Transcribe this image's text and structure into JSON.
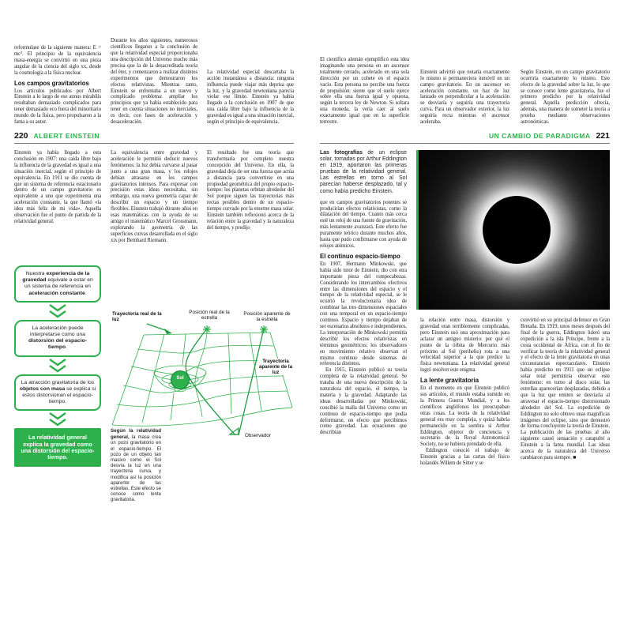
{
  "colors": {
    "accent_green": "#2eb14c",
    "text": "#1b1b1b",
    "photo_bg": "#050505"
  },
  "prev_pages": {
    "col1": {
      "para_end": "reformulase de la siguiente manera: E = mc². El principio de la equivalencia masa-energía se convirtió en una pieza angular de la ciencia del siglo xx, desde la cosmología a la física nuclear.",
      "heading": "Los campos gravitatorios",
      "para": "Los artículos publicados por Albert Einstein a lo largo de ese annus mirabilis resultaban demasiado complicados para tener demasiado eco fuera del minoritario mundo de la física, pero propulsaron a la fama a su autor."
    },
    "col2": "Durante los años siguientes, numerosos científicos llegaron a la conclusión de que la relatividad especial proporcionaba una descripción del Universo mucho más precisa que la de la desacreditada teoría del éter, y comenzaron a realizar distintos experimentos que demostraron los efectos relativistas. Mientras tanto, Einstein se enfrentaba a un nuevo y complicado problema: ampliar los principios que ya había establecido para tener en cuenta situaciones no inerciales, es decir, con fases de aceleración y desaceleración.",
    "col3": "La relatividad especial descartaba la acción instantánea a distancia: ninguna influencia puede viajar más deprisa que la luz, y la gravedad newtoniana parecía violar ese límite. Einstein ya había llegado a la conclusión en 1907 de que una caída libre bajo la influencia de la gravedad es igual a una situación inercial, según el principio de equivalencia.",
    "col4": "El científico alemán ejemplificó esta idea imaginando una persona en un ascensor totalmente cerrado, acelerado en una sola dirección por un cohete en el espacio vacío. Esta persona no percibe una fuerza de propulsión: siente que el suelo ejerce sobre ella una fuerza igual y opuesta, según la tercera ley de Newton. Si soltara una moneda, la vería caer al suelo exactamente igual que en la superficie terrestre.",
    "col5": "Einstein advirtió que notaría exactamente lo mismo si permaneciera inmóvil en un campo gravitatorio. En un ascensor en aceleración constante, un haz de luz lanzado en perpendicular a la aceleración se desviaría y seguiría una trayectoria curva. Para un observador exterior, la luz seguiría recta mientras el ascensor aceleraba.",
    "col6": "Según Einstein, en un campo gravitatorio ocurriría exactamente lo mismo. Este efecto de la gravedad sobre la luz, lo que se conoce como lente gravitatoria, fue el primero predicho por la relatividad general. Aquella predicción ofrecía, además, una manera de someter la teoría a prueba mediante observaciones astronómicas."
  },
  "page220": {
    "number": "220",
    "title": "ALBERT EINSTEIN",
    "col1_text": "Einstein ya había llegado a esta conclusión en 1907: una caída libre bajo la influencia de la gravedad es igual a una situación inercial, según el principio de equivalencia. En 1911 se dio cuenta de que un sistema de referencia estacionario dentro de un campo gravitatorio es equivalente a uno que experimenta una aceleración constante, la que llamó «la idea más feliz de mi vida». Aquella observación fue el punto de partida de la relatividad general.",
    "flow_boxes": [
      [
        {
          "t": "Nuestra ",
          "b": false
        },
        {
          "t": "experiencia de la gravedad",
          "b": true
        },
        {
          "t": " equivale a estar en un sistema de referencia en ",
          "b": false
        },
        {
          "t": "aceleración constante",
          "b": true
        },
        {
          "t": ".",
          "b": false
        }
      ],
      [
        {
          "t": "La aceleración puede interpretarse como una ",
          "b": false
        },
        {
          "t": "distorsión del espacio-tiempo",
          "b": true
        },
        {
          "t": ".",
          "b": false
        }
      ],
      [
        {
          "t": "La atracción gravitatoria de los ",
          "b": false
        },
        {
          "t": "objetos con masa",
          "b": true
        },
        {
          "t": " se explica si estos distorsionan el espacio-tiempo.",
          "b": false
        }
      ]
    ],
    "flow_final": "La relatividad general explica la gravedad como una distorsión del espacio-tiempo.",
    "col2_text": "La equivalencia entre gravedad y aceleración le permitió deducir nuevos fenómenos: la luz debía curvarse al pasar junto a una gran masa, y los relojes debían atrasarse en los campos gravitatorios intensos. Para expresar con precisión estas ideas necesitaba, sin embargo, una nueva geometría capaz de describir un espacio y un tiempo flexibles. Einstein trabajó durante años en esas matemáticas con la ayuda de su amigo el matemático Marcel Grossmann, explorando la geometría de las superficies curvas desarrollada en el siglo xix por Bernhard Riemann.",
    "col3_text": "El resultado fue una teoría que transformaría por completo nuestra concepción del Universo. En ella, la gravedad deja de ser una fuerza que actúa a distancia para convertirse en una propiedad geométrica del propio espacio-tiempo: los planetas orbitan alrededor del Sol porque siguen las trayectorias más rectas posibles dentro de un espacio-tiempo curvado por la enorme masa solar. Einstein también reflexionó acerca de la relación entre la gravedad y la naturaleza del tiempo, y predijo",
    "diagram": {
      "label_traj_real": "Trayectoria real de la luz",
      "label_pos_real": "Posición real de la estrella",
      "label_pos_aparente": "Posición aparente de la estrella",
      "label_traj_aparente": "Trayectoria aparente de la luz",
      "label_observador": "Observador",
      "label_sol": "Sol",
      "caption_lead": "Según la relatividad general,",
      "caption_rest": " la masa crea un pozo gravitatorio en el espacio-tiempo. El pozo de un objeto tan masivo como el Sol desvía la luz en una trayectoria curva, y modifica así la posición aparente de las estrellas. Este efecto se conoce como lente gravitatoria."
    }
  },
  "page221": {
    "number": "221",
    "title": "UN CAMBIO DE PARADIGMA",
    "photo_caption_lead": "Las fotografías",
    "photo_caption_rest": " de un eclipse solar, tomadas por Arthur Eddington en 1919, aportaron las primeras pruebas de la relatividad general. Las estrellas en torno al Sol parecían haberse desplazado, tal y como había predicho Einstein.",
    "col1_text1": "que en campos gravitatorios potentes se producirían efectos relativistas, como la dilatación del tiempo. Cuanto más cerca esté un reloj de una fuente de gravitación, más lentamente avanzará. Este efecto fue puramente teórico durante muchos años, hasta que pudo confirmarse con ayuda de relojes atómicos.",
    "heading1": "El continuo espacio-tiempo",
    "col1_text2a": "En 1907, Hermann Minkowski, que había sido tutor de Einstein, dio con otra importante pieza del rompecabezas. Considerando los intercambios efectivos entre las dimensiones del espacio y el tiempo de la relatividad especial, se le ocurrió la revolucionaria idea de combinar las tres dimensiones espaciales con una temporal en un espacio-tiempo continuo. Espacio y tiempo dejaban de ser escenarios absolutos e independientes. La interpretación de Minkowski permitía describir los efectos relativistas en términos geométricos: los observadores en movimiento relativo observan el mismo continuo desde sistemas de referencia distintos.",
    "col1_text2b": "En 1915, Einstein publicó su teoría completa de la relatividad general. Se trataba de una nueva descripción de la naturaleza del espacio, el tiempo, la materia y la gravedad. Adaptando las ideas desarrolladas por Minkowski, concibió la malla del Universo como un continuo de espacio-tiempo que podía deformarse, un efecto que percibimos como gravedad. Las ecuaciones que describían",
    "col2_text1": "la relación entre masa, distorsión y gravedad eran terriblemente complicadas, pero Einstein usó una aproximación para aclarar un antiguo misterio: por qué el punto de la órbita de Mercurio más próximo al Sol (perihelio) rota a una velocidad superior a la que predice la física newtoniana. La relatividad general logró resolver este enigma.",
    "heading2": "La lente gravitatoria",
    "col2_text2a": "En el momento en que Einstein publicó sus artículos, el mundo estaba sumido en la Primera Guerra Mundial, y a los científicos anglófonos les preocupaban otras cosas. La teoría de la relatividad general era muy compleja, y quizá habría permanecido en la sombra si Arthur Eddington, objetor de conciencia y secretario de la Royal Astronomical Society, no se hubiera prendado de ella.",
    "col2_text2b": "Eddington conoció el trabajo de Einstein gracias a las cartas del físico holandés Willem de Sitter y se",
    "col3_text": "convirtió en su principal defensor en Gran Bretaña. En 1919, unos meses después del final de la guerra, Eddington lideró una expedición a la isla Príncipe, frente a la costa occidental de África, con el fin de verificar la teoría de la relatividad general y el efecto de la lente gravitatoria en unas circunstancias espectaculares. Einstein había predicho en 1911 que un eclipse solar total permitiría observar este fenómeno: en torno al disco solar, las estrellas aparecerían desplazadas, debido a que la luz que emiten se desviaría al atravesar el espacio-tiempo distorsionado alrededor del Sol. La expedición de Eddington no solo obtuvo unas magníficas imágenes del eclipse, sino que demostró de forma concluyente la teoría de Einstein. La publicación de las pruebas al año siguiente causó sensación y catapultó a Einstein a la fama mundial. Las ideas acerca de la naturaleza del Universo cambiaron para siempre. ■"
  }
}
